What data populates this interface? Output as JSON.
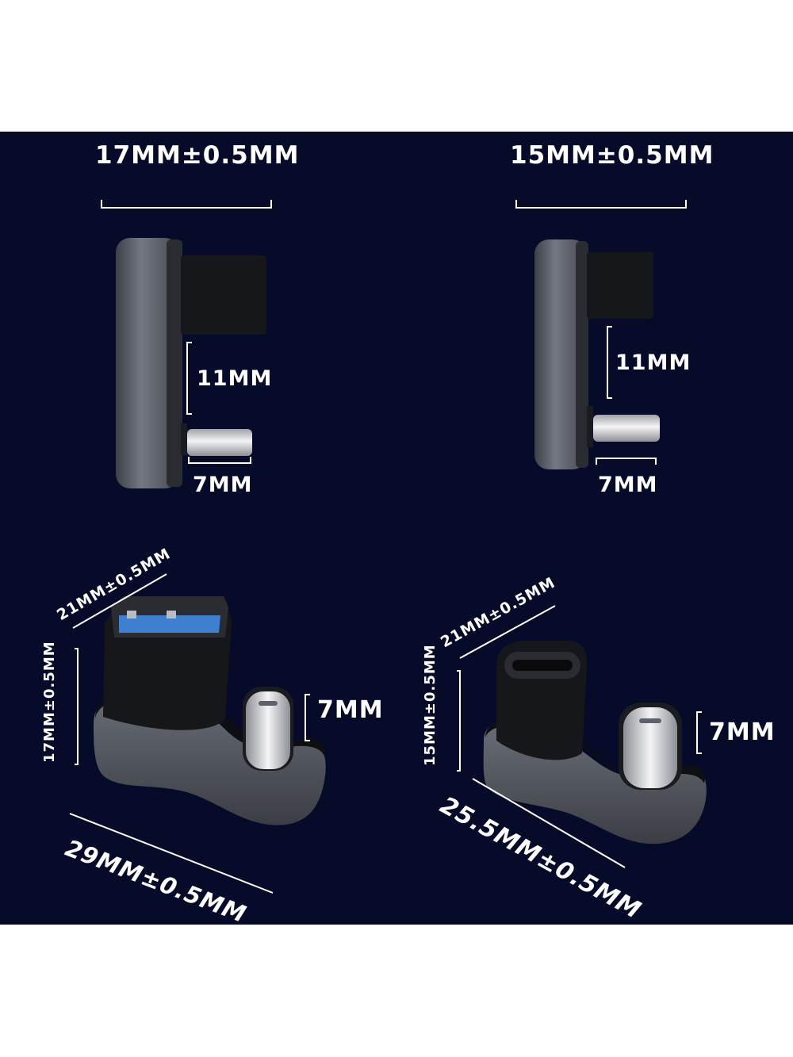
{
  "dims": {
    "top_left_width": "17MM±0.5MM",
    "top_right_width": "15MM±0.5MM",
    "top_left_gap": "11MM",
    "top_right_gap": "11MM",
    "top_left_plug": "7MM",
    "top_right_plug": "7MM",
    "bottom_left_depth": "21MM±0.5MM",
    "bottom_left_height": "17MM±0.5MM",
    "bottom_left_plug": "7MM",
    "bottom_left_length": "29MM±0.5MM",
    "bottom_right_depth": "21MM±0.5MM",
    "bottom_right_height": "15MM±0.5MM",
    "bottom_right_plug": "7MM",
    "bottom_right_length": "25.5MM±0.5MM"
  },
  "colors": {
    "background": "#070b2a",
    "metal": "#5d6169",
    "body_black": "#15161a",
    "usb_blue": "#3f7fd0",
    "chrome": "#d8d9dc"
  }
}
